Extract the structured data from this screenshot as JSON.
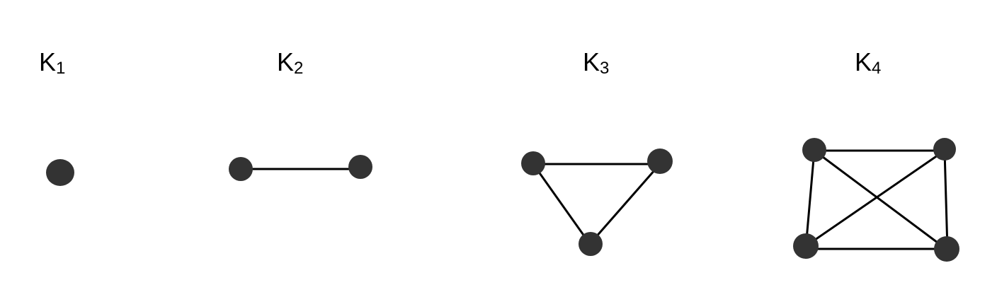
{
  "graphs": [
    {
      "id": "k1",
      "letter": "K",
      "subscript": "1"
    },
    {
      "id": "k2",
      "letter": "K",
      "subscript": "2"
    },
    {
      "id": "k3",
      "letter": "K",
      "subscript": "3"
    },
    {
      "id": "k4",
      "letter": "K",
      "subscript": "4"
    }
  ],
  "colors": {
    "node": "#333333",
    "edge": "#000000",
    "label": "#000000",
    "background": "#ffffff"
  }
}
